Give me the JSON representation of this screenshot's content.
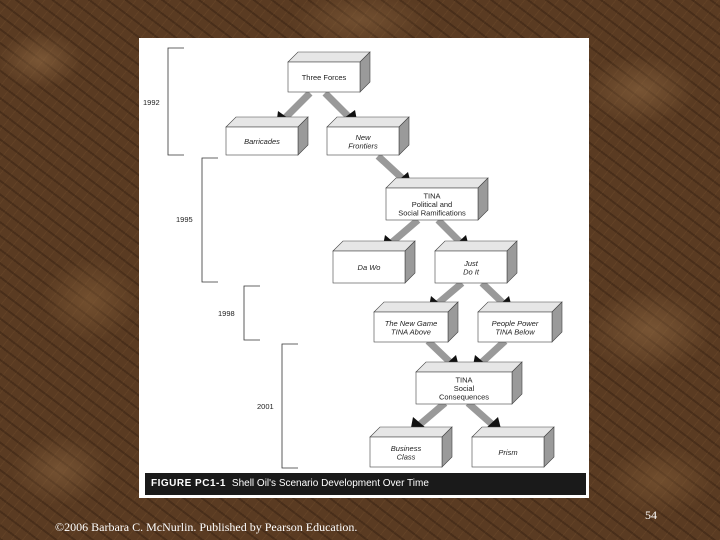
{
  "figure": {
    "caption_label": "FIGURE PC1-1",
    "caption_title": "Shell Oil's Scenario Development Over Time"
  },
  "years": {
    "y1992": "1992",
    "y1995": "1995",
    "y1998": "1998",
    "y2001": "2001"
  },
  "nodes": {
    "three_forces": [
      "Three Forces"
    ],
    "barricades": [
      "Barricades"
    ],
    "new_frontiers": [
      "New",
      "Frontiers"
    ],
    "tina_political": [
      "TINA",
      "Political and",
      "Social Ramifications"
    ],
    "da_wo": [
      "Da Wo"
    ],
    "just_do_it": [
      "Just",
      "Do It"
    ],
    "new_game": [
      "The New Game",
      "TINA Above"
    ],
    "people_power": [
      "People Power",
      "TINA Below"
    ],
    "tina_social": [
      "TINA",
      "Social",
      "Consequences"
    ],
    "business_class": [
      "Business",
      "Class"
    ],
    "prism": [
      "Prism"
    ]
  },
  "footer": {
    "copyright": "©2006 Barbara C. McNurlin. Published by Pearson Education.",
    "page_number": "54"
  }
}
